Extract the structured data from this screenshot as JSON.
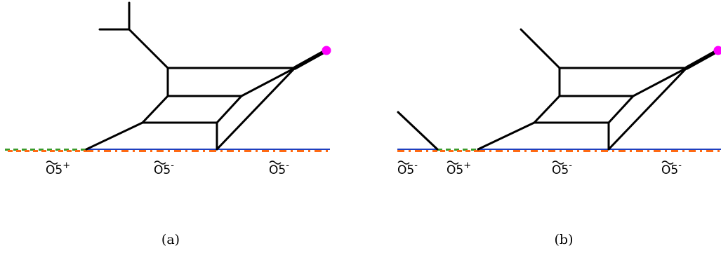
{
  "colors": {
    "edge": "#000000",
    "dot": "#ff00ff",
    "plane_blue": "#1f3fbf",
    "plane_orange": "#ff6a13",
    "plane_green": "#3a9a2a"
  },
  "panels": [
    {
      "caption": "(a)",
      "labels": [
        {
          "base": "O5",
          "sign": "+"
        },
        {
          "base": "O5",
          "sign": "-"
        },
        {
          "base": "O5",
          "sign": "-"
        }
      ]
    },
    {
      "caption": "(b)",
      "labels": [
        {
          "base": "O5",
          "sign": "-"
        },
        {
          "base": "O5",
          "sign": "+"
        },
        {
          "base": "O5",
          "sign": "-"
        },
        {
          "base": "O5",
          "sign": "-"
        }
      ]
    }
  ]
}
